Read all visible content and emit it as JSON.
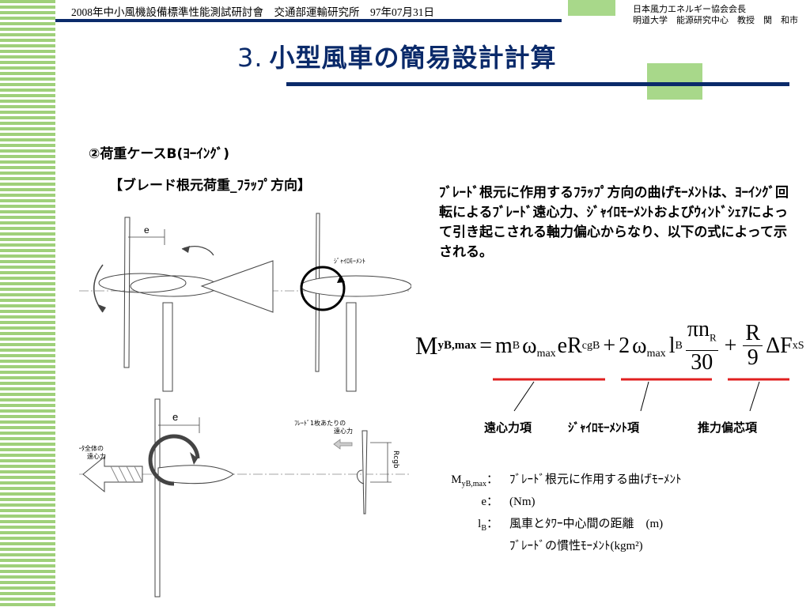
{
  "header": {
    "left": "2008年中小風機設備標準性能測試研討會　交通部運輸研究所　97年07月31日",
    "right_line1": "日本風力エネルギー協会会長",
    "right_line2": "明道大学　能源研究中心　教授　関　和市"
  },
  "title": {
    "number": "3.",
    "text": "小型風車の簡易設計計算"
  },
  "case_heading": "②荷重ケースB(ﾖｰｲﾝｸﾞ)",
  "blade_heading": "【ブレード根元荷重_ﾌﾗｯﾌﾟ方向】",
  "paragraph": "ﾌﾞﾚｰﾄﾞ根元に作用するﾌﾗｯﾌﾟ方向の曲げﾓｰﾒﾝﾄは、ﾖｰｲﾝｸﾞ回転によるﾌﾞﾚｰﾄﾞ遠心力、ｼﾞｬｲﾛﾓｰﾒﾝﾄおよびｳｨﾝﾄﾞｼｪｱによって引き起こされる軸力偏心からなり、以下の式によって示される。",
  "diagram": {
    "e_label_top": "e",
    "e_label_bottom": "e",
    "gyro_label": "ｼﾞｬｲﾛﾓｰﾒﾝﾄ",
    "rotor_cf_line1": "ﾛｰﾀ全体の",
    "rotor_cf_line2": "遠心力",
    "blade_cf_line1": "ﾌﾚｰﾄﾞ1枚あたりの",
    "blade_cf_line2": "遠心力",
    "rcgb_label": "Rcgb"
  },
  "formula": {
    "lhs": "M",
    "lhs_sub": "yB,max",
    "eq": "=",
    "m": "m",
    "m_sub": "B",
    "omega": "ω",
    "omega_sub": "max",
    "eR": "eR",
    "eR_sub": "cgB",
    "plus1": "+",
    "two": "2",
    "omega2": "ω",
    "omega2_sub": "max",
    "l": "l",
    "l_sub": "B",
    "frac1_num": "πn",
    "frac1_num_sub": "R",
    "frac1_den": "30",
    "plus2": "+",
    "frac2_num": "R",
    "frac2_den": "9",
    "dF": "ΔF",
    "dF_sub": "xS"
  },
  "terms": {
    "t1": "遠心力項",
    "t2": "ｼﾞｬｲﾛﾓｰﾒﾝﾄ項",
    "t3": "推力偏芯項"
  },
  "definitions": [
    {
      "sym": "M",
      "sub": "yB,max",
      "colon": "：",
      "desc": "ﾌﾞﾚｰﾄﾞ根元に作用する曲げﾓｰﾒﾝﾄ"
    },
    {
      "sym": "e",
      "sub": "",
      "colon": "：",
      "desc": "(Nm)"
    },
    {
      "sym": "l",
      "sub": "B",
      "colon": "：",
      "desc": "風車とﾀﾜｰ中心間の距離　(m)"
    },
    {
      "sym": "",
      "sub": "",
      "colon": "",
      "desc": "ﾌﾞﾚｰﾄﾞの慣性ﾓｰﾒﾝﾄ(kgm²)"
    }
  ],
  "colors": {
    "navy": "#0a2a6a",
    "green": "#a8d88a",
    "red": "#e02020"
  }
}
